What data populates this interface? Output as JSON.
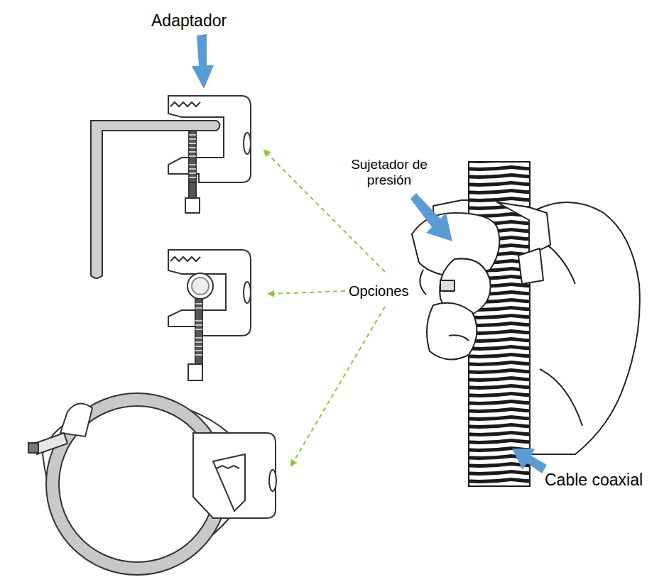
{
  "diagram": {
    "labels": [
      "Adaptador",
      "Sujetador de presión",
      "Opciones",
      "Cable coaxial"
    ]
  }
}
